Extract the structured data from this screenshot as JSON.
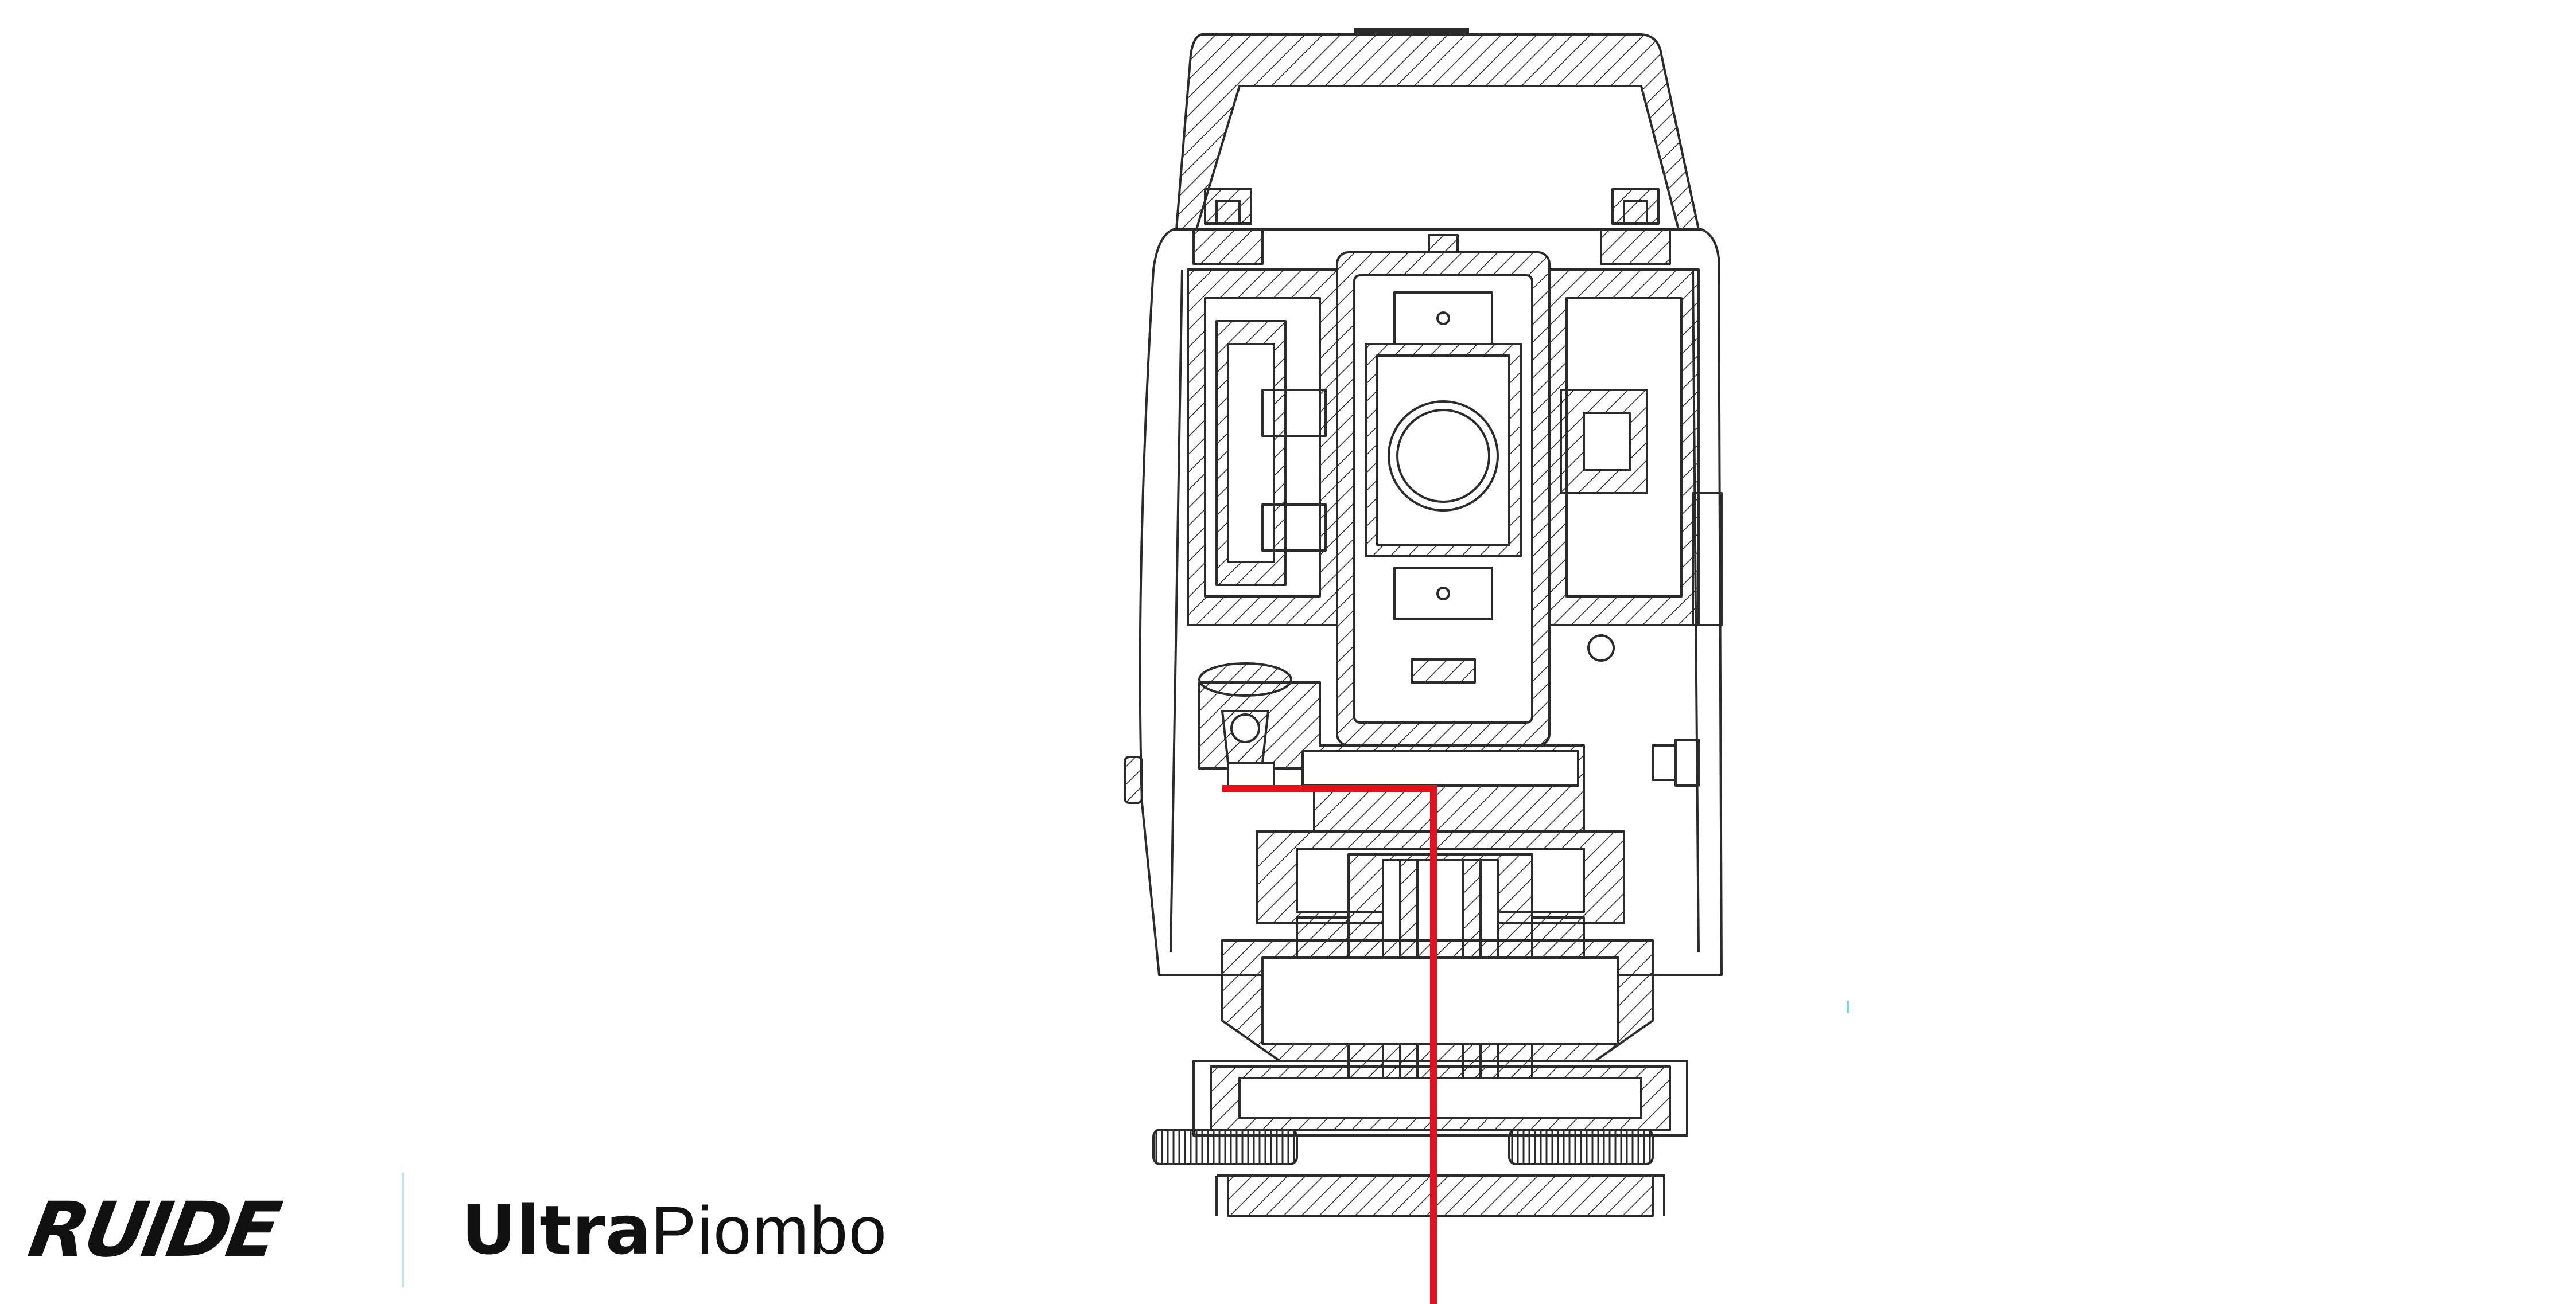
{
  "brand": {
    "logo_text": "RUIDE",
    "product_strong": "Ultra",
    "product_light": "Piombo"
  },
  "colors": {
    "line": "#2b2b2b",
    "laser": "#e3111b",
    "divider": "#bfe6e4",
    "background": "#ffffff"
  }
}
